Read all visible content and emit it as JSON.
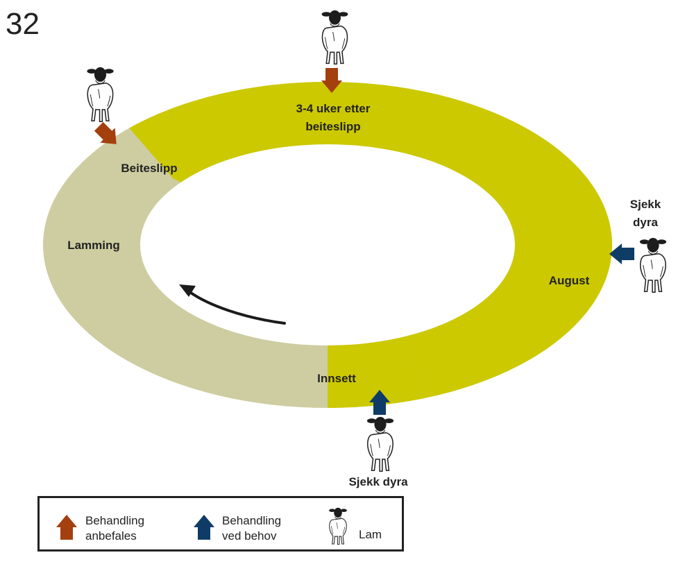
{
  "page_number": "32",
  "colors": {
    "grazing_season": "#ccc900",
    "housing_season": "#cdcda1",
    "recommended_arrow": "#a4400e",
    "as_needed_arrow": "#0f3c66",
    "direction_arrow": "#1b1b1b"
  },
  "labels": {
    "top_line1": "3-4 uker etter",
    "top_line2": "beiteslipp",
    "beiteslipp": "Beiteslipp",
    "lamming": "Lamming",
    "august": "August",
    "innsett": "Innsett",
    "sjekk_right_line1": "Sjekk",
    "sjekk_right_line2": "dyra",
    "sjekk_bottom": "Sjekk dyra"
  },
  "legend": {
    "recommended_line1": "Behandling",
    "recommended_line2": "anbefales",
    "as_needed_line1": "Behandling",
    "as_needed_line2": "ved behov",
    "lamb": "Lam"
  },
  "icons": {
    "lamb": "lamb-icon",
    "recommended": "arrow-recommended-icon",
    "as_needed": "arrow-as-needed-icon",
    "direction": "curved-arrow-icon"
  }
}
